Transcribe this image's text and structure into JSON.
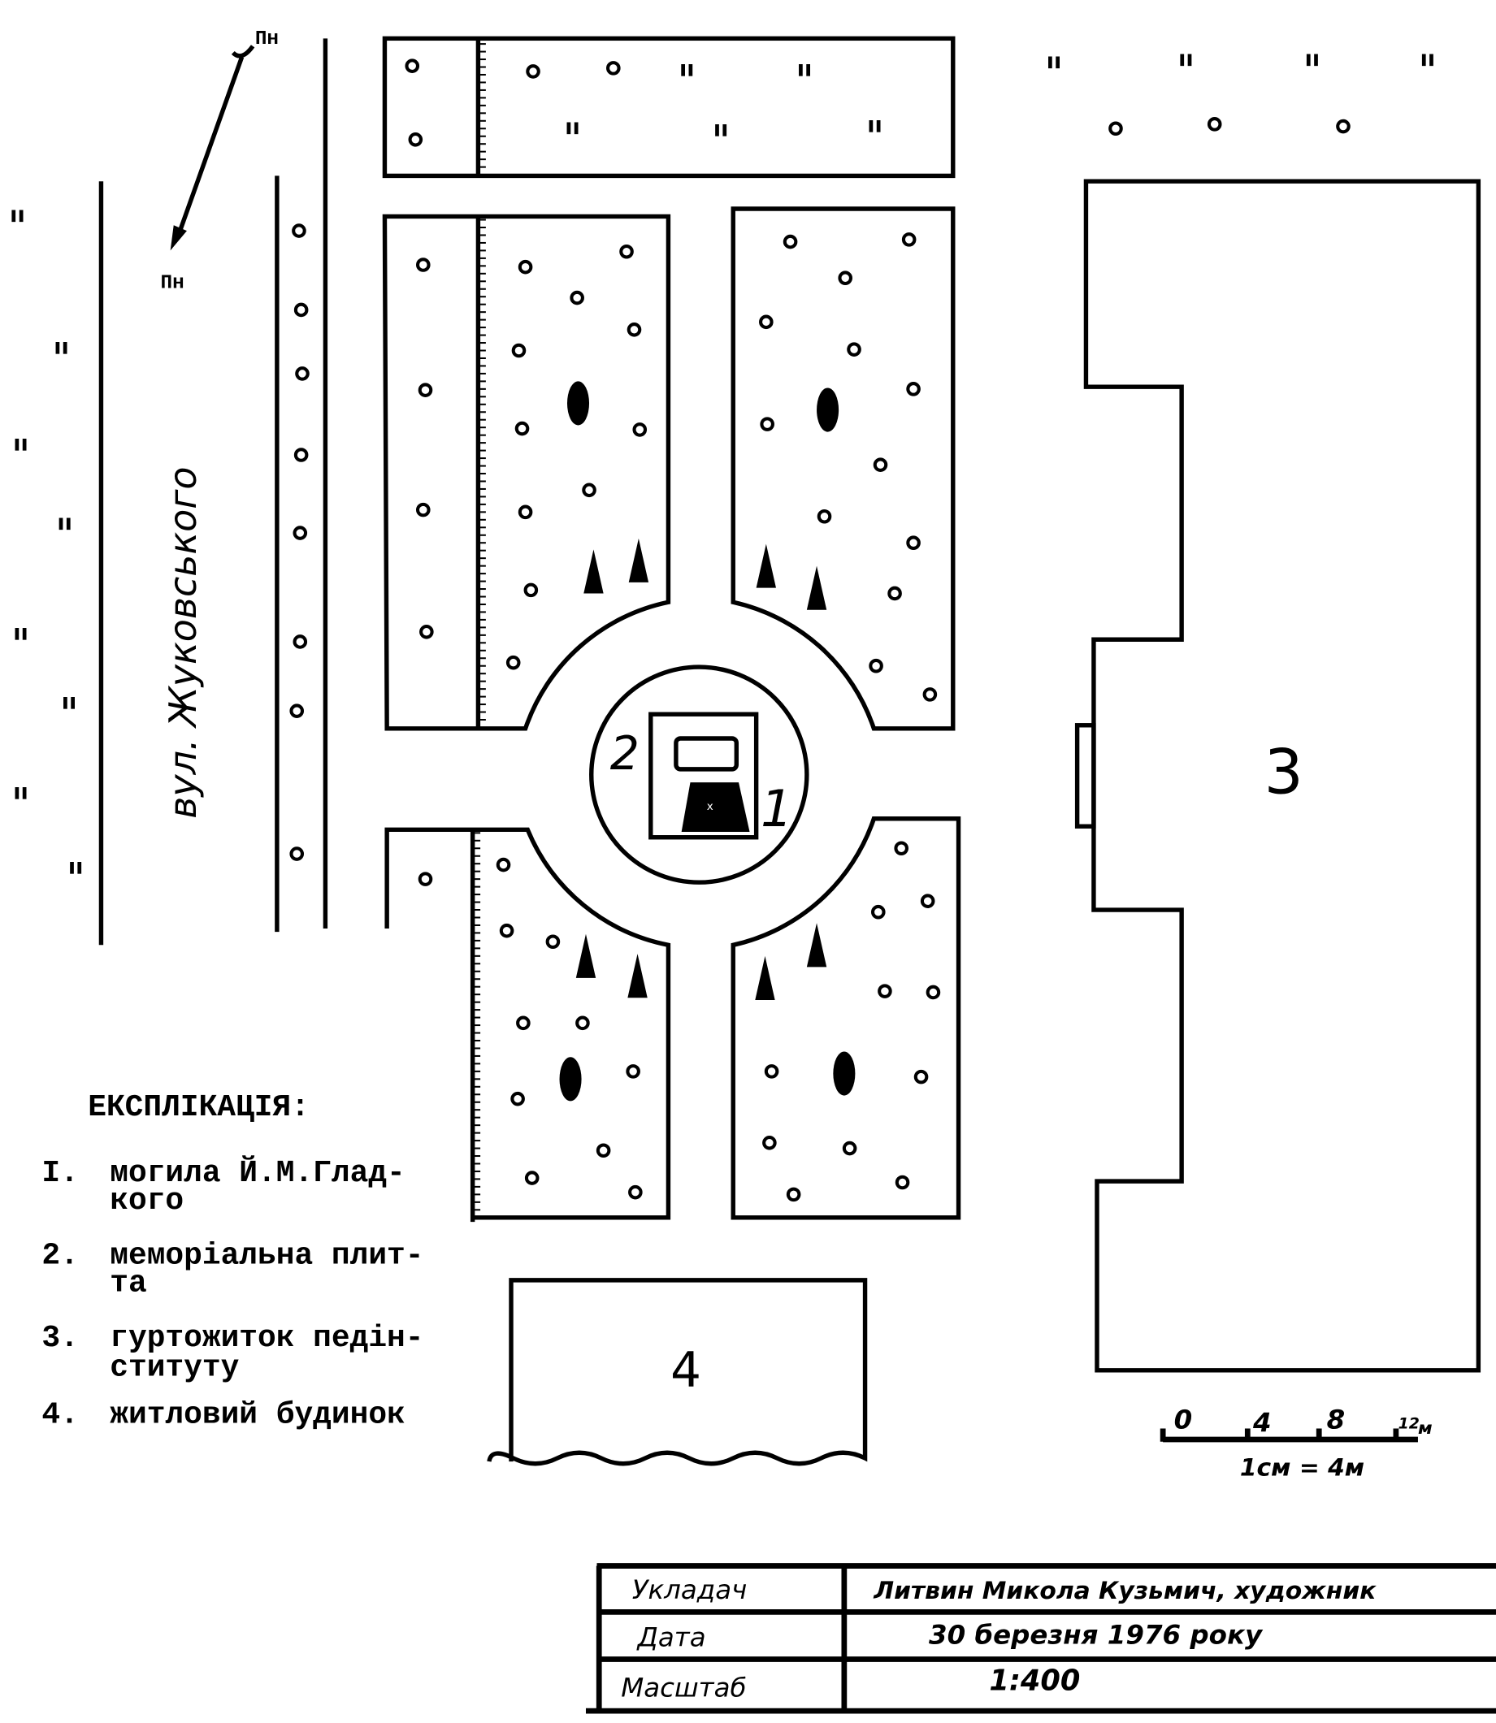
{
  "north_arrow": {
    "top_label": "Пн",
    "bottom_label": "Пн"
  },
  "street_label": "вул. Жуковського",
  "buildings": {
    "b3": "3",
    "b4": "4"
  },
  "memorial": {
    "label_1": "1",
    "label_2": "2"
  },
  "legend": {
    "title": "ЕКСПЛІКАЦІЯ:",
    "items": [
      {
        "num": "I.",
        "line1": "могила Й.М.Глад-",
        "line2": "кого"
      },
      {
        "num": "2.",
        "line1": "меморіальна плит-",
        "line2": "та"
      },
      {
        "num": "3.",
        "line1": "гуртожиток педін-",
        "line2": "ституту"
      },
      {
        "num": "4.",
        "line1": "житловий будинок",
        "line2": ""
      }
    ]
  },
  "scale_bar": {
    "ticks": [
      "0",
      "4",
      "8",
      "12"
    ],
    "unit": "м",
    "caption": "1см = 4м"
  },
  "title_block": {
    "rows": [
      {
        "label": "Укладач",
        "value": "Литвин Микола Кузьмич, художник"
      },
      {
        "label": "Дата",
        "value": "30 березня 1976 року"
      },
      {
        "label": "Масштаб",
        "value": "1:400"
      }
    ]
  },
  "colors": {
    "ink": "#000000",
    "paper": "#ffffff"
  }
}
